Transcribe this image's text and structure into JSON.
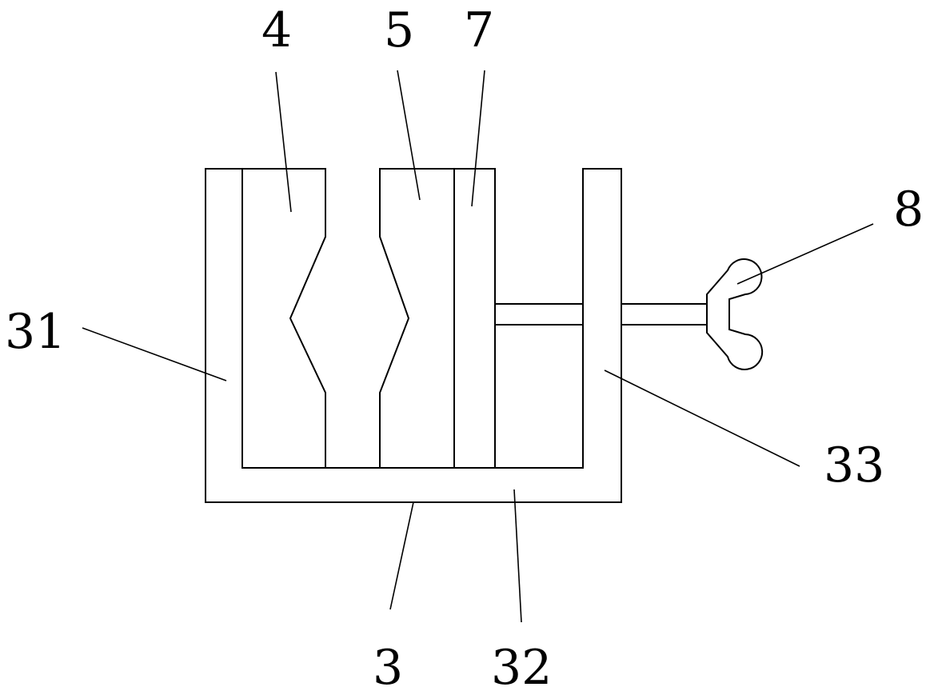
{
  "labels": {
    "part_4": "4",
    "part_5": "5",
    "part_7": "7",
    "part_8": "8",
    "part_31": "31",
    "part_33": "33",
    "part_3": "3",
    "part_32": "32"
  },
  "colors": {
    "line": "#000000",
    "background": "#ffffff"
  }
}
